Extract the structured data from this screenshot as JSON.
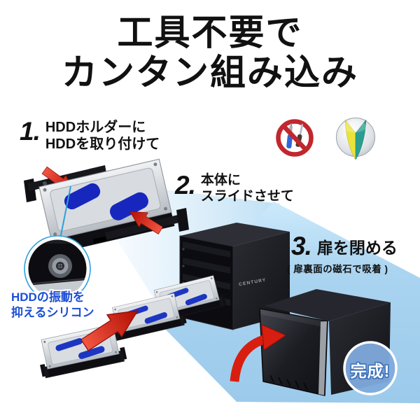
{
  "title": {
    "line1": "工具不要で",
    "line2": "カンタン組み込み"
  },
  "steps": [
    {
      "number": "1.",
      "lines": [
        "HDDホルダーに",
        "HDDを取り付けて"
      ]
    },
    {
      "number": "2.",
      "lines": [
        "本体に",
        "スライドさせて"
      ]
    },
    {
      "number": "3.",
      "lines": [
        "扉を閉める"
      ],
      "note": "( 扉裏面の磁石で吸着 )"
    }
  ],
  "callout": {
    "lines": [
      "HDDの振動を",
      "抑えるシリコン"
    ]
  },
  "completion_badge": {
    "label": "完成!"
  },
  "device_brand": "CENTURY",
  "icons": [
    {
      "name": "no-tools-icon"
    },
    {
      "name": "beginner-mark-icon"
    },
    {
      "name": "silicon-detail-magnifier"
    }
  ],
  "colors": {
    "swoosh_blue": "#a5d1ee",
    "swoosh_pale": "#cfe7f8",
    "arrow_red": "#d81e10",
    "prohibit_red": "#c1272d",
    "beginner_yellow": "#e9e33b",
    "beginner_teal": "#2b9e8f",
    "callout_text_blue": "#1b4ed6",
    "badge_blue": "#7fabdd",
    "hdd_label_blue": "#1c36c2"
  }
}
